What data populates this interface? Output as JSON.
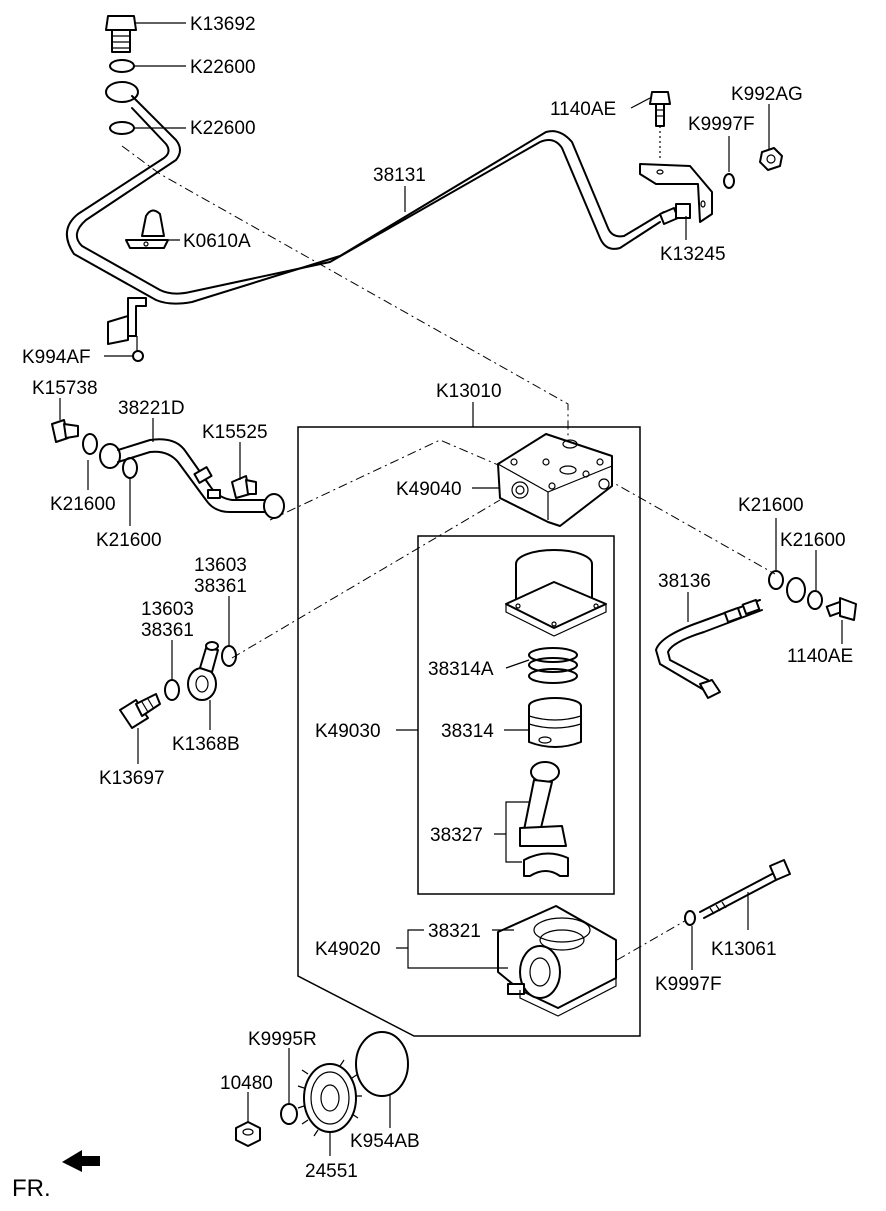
{
  "labels": {
    "k13692": "K13692",
    "k22600_a": "K22600",
    "k22600_b": "K22600",
    "p38131": "38131",
    "k0610a": "K0610A",
    "k994af": "K994AF",
    "p1140ae_a": "1140AE",
    "k9997f_a": "K9997F",
    "k992ag": "K992AG",
    "k13245": "K13245",
    "k15738": "K15738",
    "p38221d": "38221D",
    "k15525": "K15525",
    "k21600_a": "K21600",
    "k21600_b": "K21600",
    "k13010": "K13010",
    "k49040": "K49040",
    "k21600_c": "K21600",
    "k21600_d": "K21600",
    "p38136": "38136",
    "p1140ae_b": "1140AE",
    "p13603_a": "13603",
    "p38361_a": "38361",
    "p13603_b": "13603",
    "p38361_b": "38361",
    "k1368b": "K1368B",
    "k13697": "K13697",
    "p38314a": "38314A",
    "k49030": "K49030",
    "p38314": "38314",
    "p38327": "38327",
    "p38321": "38321",
    "k49020": "K49020",
    "k13061": "K13061",
    "k9997f_b": "K9997F",
    "k9995r": "K9995R",
    "p10480": "10480",
    "k954ab": "K954AB",
    "p24551": "24551",
    "fr": "FR."
  }
}
